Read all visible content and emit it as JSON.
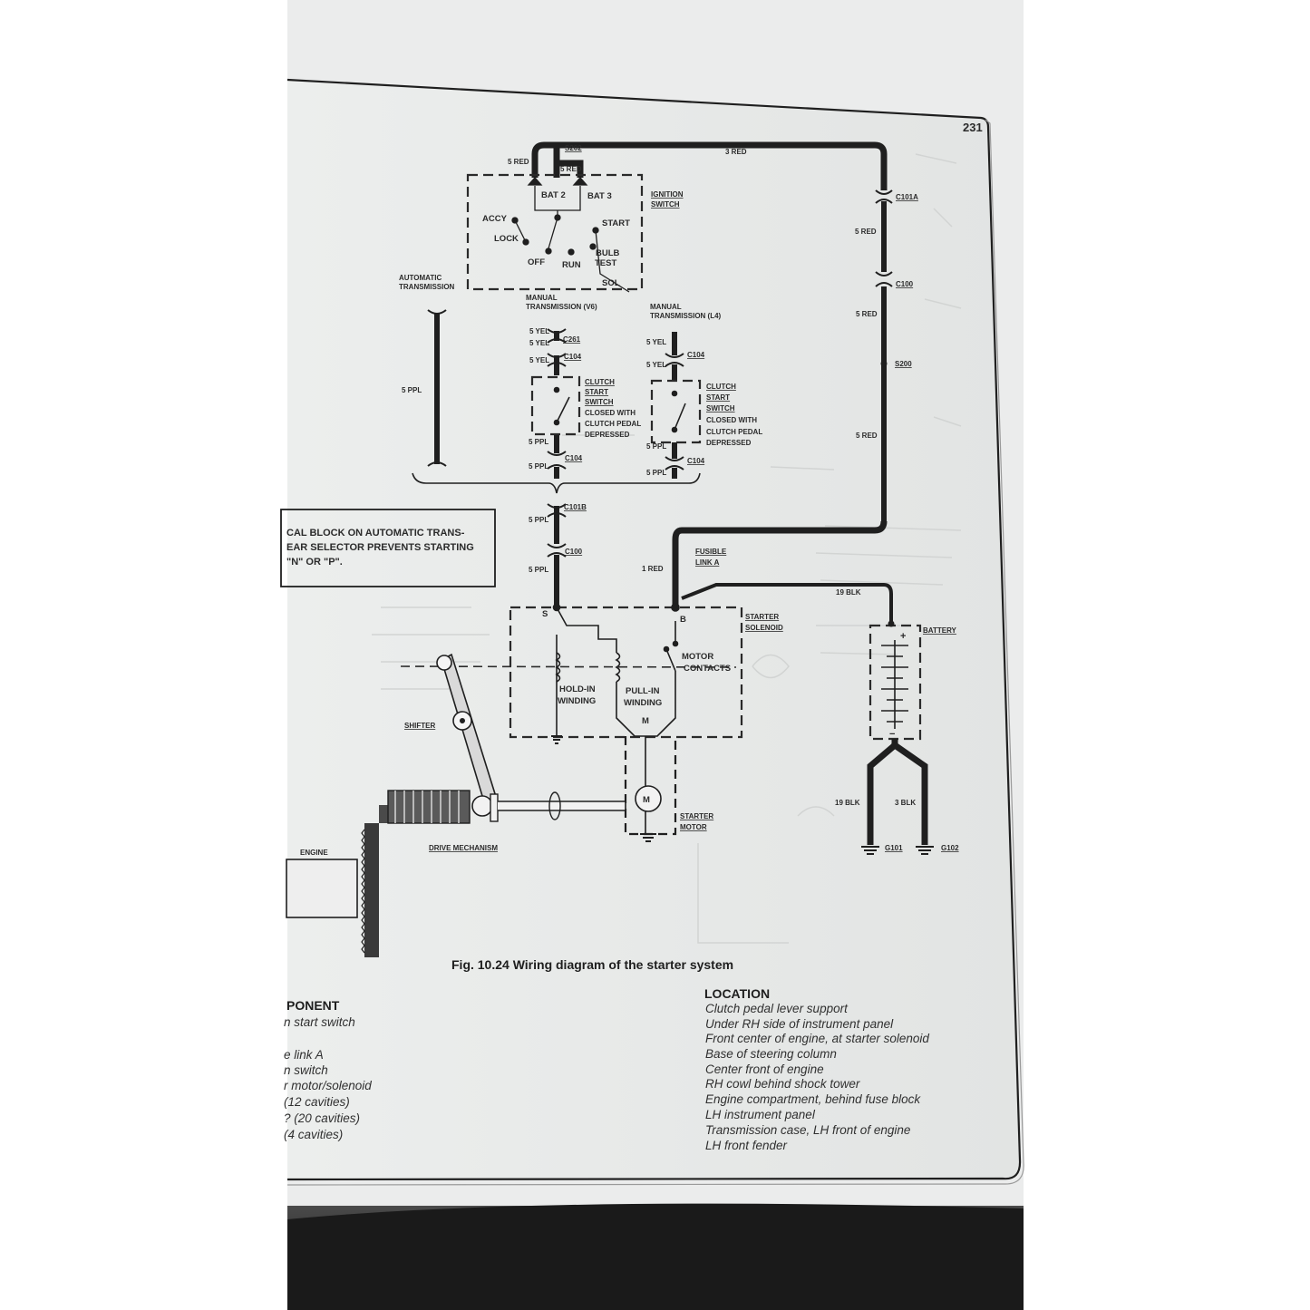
{
  "page_number": "231",
  "caption": "Fig. 10.24 Wiring diagram of the starter system",
  "ignition": {
    "splice_top": "S202",
    "wire_left": "5 RED",
    "wire_mid": "5 RED",
    "wire_top": "3 RED",
    "bat2": "BAT 2",
    "bat3": "BAT 3",
    "label_l1": "IGNITION",
    "label_l2": "SWITCH",
    "accy": "ACCY",
    "lock": "LOCK",
    "off": "OFF",
    "run": "RUN",
    "start": "START",
    "bulb": "BULB",
    "test": "TEST",
    "sol": "SOL"
  },
  "right_harness": {
    "c101a": "C101A",
    "w1": "5 RED",
    "c100": "C100",
    "w2": "5 RED",
    "s200": "S200",
    "w3": "5 RED"
  },
  "transmissions": {
    "auto_l1": "AUTOMATIC",
    "auto_l2": "TRANSMISSION",
    "auto_wire": "5 PPL",
    "v6_l1": "MANUAL",
    "v6_l2": "TRANSMISSION (V6)",
    "l4_l1": "MANUAL",
    "l4_l2": "TRANSMISSION (L4)",
    "yel": "5 YEL",
    "ppl": "5 PPL",
    "c261": "C261",
    "c104": "C104",
    "sw_l1": "CLUTCH",
    "sw_l2": "START",
    "sw_l3": "SWITCH",
    "sw_l4": "CLOSED WITH",
    "sw_l5": "CLUTCH PEDAL",
    "sw_l6": "DEPRESSED"
  },
  "lower_harness": {
    "c101b": "C101B",
    "c100": "C100",
    "w_top": "5 PPL",
    "w_bot": "5 PPL",
    "red1": "1 RED",
    "fusible_l1": "FUSIBLE",
    "fusible_l2": "LINK A",
    "blk19": "19 BLK"
  },
  "note_box": {
    "line1": "CAL BLOCK ON AUTOMATIC TRANS-",
    "line2": "EAR SELECTOR PREVENTS STARTING",
    "line3": "\"N\" OR \"P\"."
  },
  "solenoid": {
    "label_l1": "STARTER",
    "label_l2": "SOLENOID",
    "s": "S",
    "b": "B",
    "m": "M",
    "hold_l1": "HOLD-IN",
    "hold_l2": "WINDING",
    "pull_l1": "PULL-IN",
    "pull_l2": "WINDING",
    "contacts_l1": "MOTOR",
    "contacts_l2": "CONTACTS"
  },
  "battery": {
    "label": "BATTERY",
    "plus": "+",
    "minus": "−",
    "w_left": "19 BLK",
    "w_right": "3 BLK",
    "g101": "G101",
    "g102": "G102"
  },
  "mechanical": {
    "shifter": "SHIFTER",
    "engine": "ENGINE",
    "drive": "DRIVE MECHANISM",
    "motor_l1": "STARTER",
    "motor_l2": "MOTOR",
    "motor_m": "M"
  },
  "table": {
    "component_header": "PONENT",
    "location_header": "LOCATION",
    "components": [
      "n start switch",
      "e link A",
      "n switch",
      "r motor/solenoid",
      "(12 cavities)",
      "? (20 cavities)",
      "(4 cavities)"
    ],
    "locations": [
      "Clutch pedal lever support",
      "Under RH side of instrument panel",
      "Front center of engine, at starter solenoid",
      "Base of steering column",
      "Center front of engine",
      "RH cowl behind shock tower",
      "Engine compartment, behind fuse block",
      "LH instrument panel",
      "Transmission case, LH front of engine",
      "LH front fender"
    ]
  }
}
